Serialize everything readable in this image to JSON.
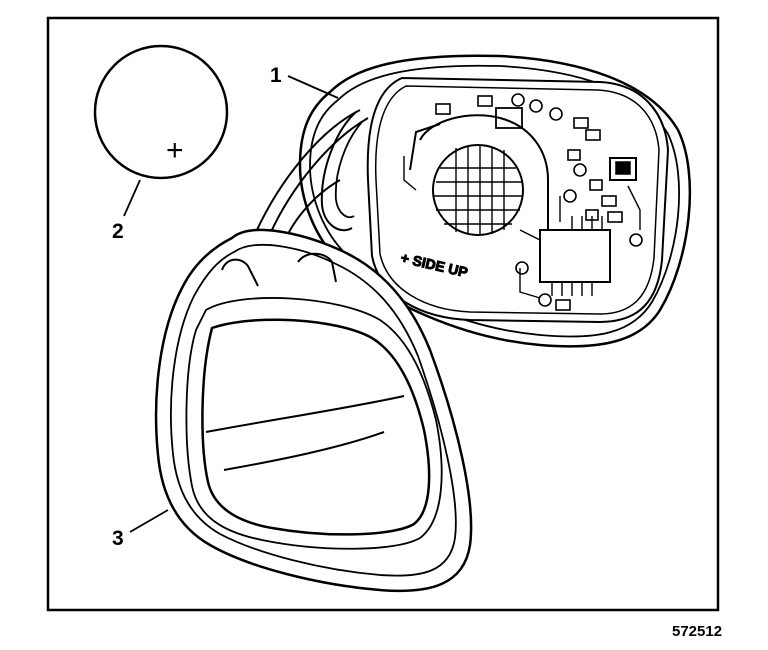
{
  "callouts": {
    "part_1": "1",
    "part_2": "2",
    "part_3": "3"
  },
  "battery": {
    "polarity_mark": "+"
  },
  "circuit_board": {
    "orientation_label": "+ SIDE UP"
  },
  "figure_number": "572512",
  "colors": {
    "line": "#000000",
    "background": "#ffffff"
  }
}
